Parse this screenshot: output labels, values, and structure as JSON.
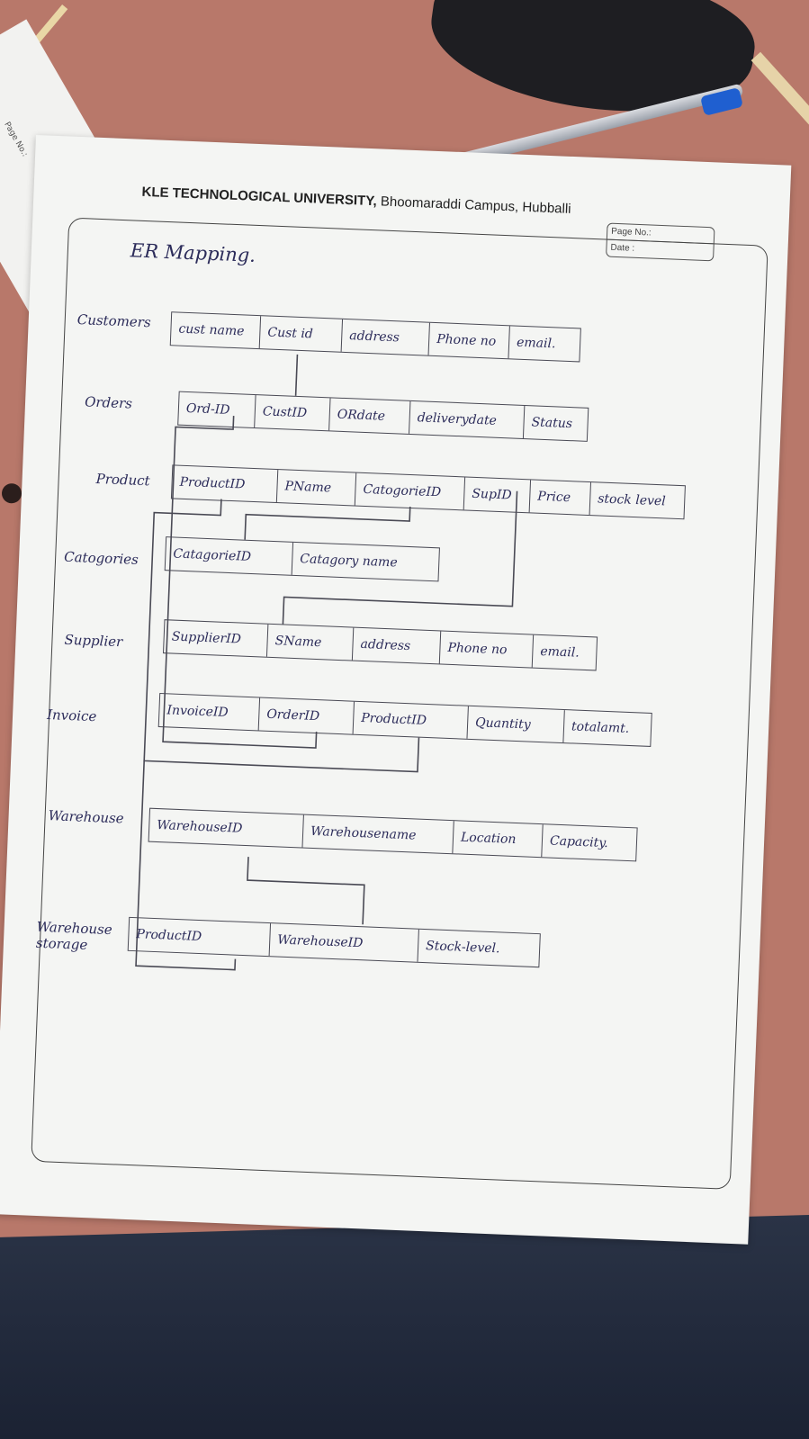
{
  "header": {
    "university": "KLE TECHNOLOGICAL UNIVERSITY,",
    "campus": "Bhoomaraddi Campus, Hubballi",
    "page_no_label": "Page No.:",
    "date_label": "Date :"
  },
  "side_paper_label": "Page No.:",
  "title": "ER Mapping.",
  "tables": [
    {
      "entity": "Customers",
      "columns": [
        "cust name",
        "Cust id",
        "address",
        "Phone no",
        "email."
      ]
    },
    {
      "entity": "Orders",
      "columns": [
        "Ord-ID",
        "CustID",
        "ORdate",
        "deliverydate",
        "Status"
      ]
    },
    {
      "entity": "Product",
      "columns": [
        "ProductID",
        "PName",
        "CatogorieID",
        "SupID",
        "Price",
        "stock level"
      ]
    },
    {
      "entity": "Catogories",
      "columns": [
        "CatagorieID",
        "Catagory name"
      ]
    },
    {
      "entity": "Supplier",
      "columns": [
        "SupplierID",
        "SName",
        "address",
        "Phone no",
        "email."
      ]
    },
    {
      "entity": "Invoice",
      "columns": [
        "InvoiceID",
        "OrderID",
        "ProductID",
        "Quantity",
        "totalamt."
      ]
    },
    {
      "entity": "Warehouse",
      "columns": [
        "WarehouseID",
        "Warehousename",
        "Location",
        "Capacity."
      ]
    },
    {
      "entity": "Warehouse\nstorage",
      "columns": [
        "ProductID",
        "WarehouseID",
        "Stock-level."
      ]
    }
  ]
}
